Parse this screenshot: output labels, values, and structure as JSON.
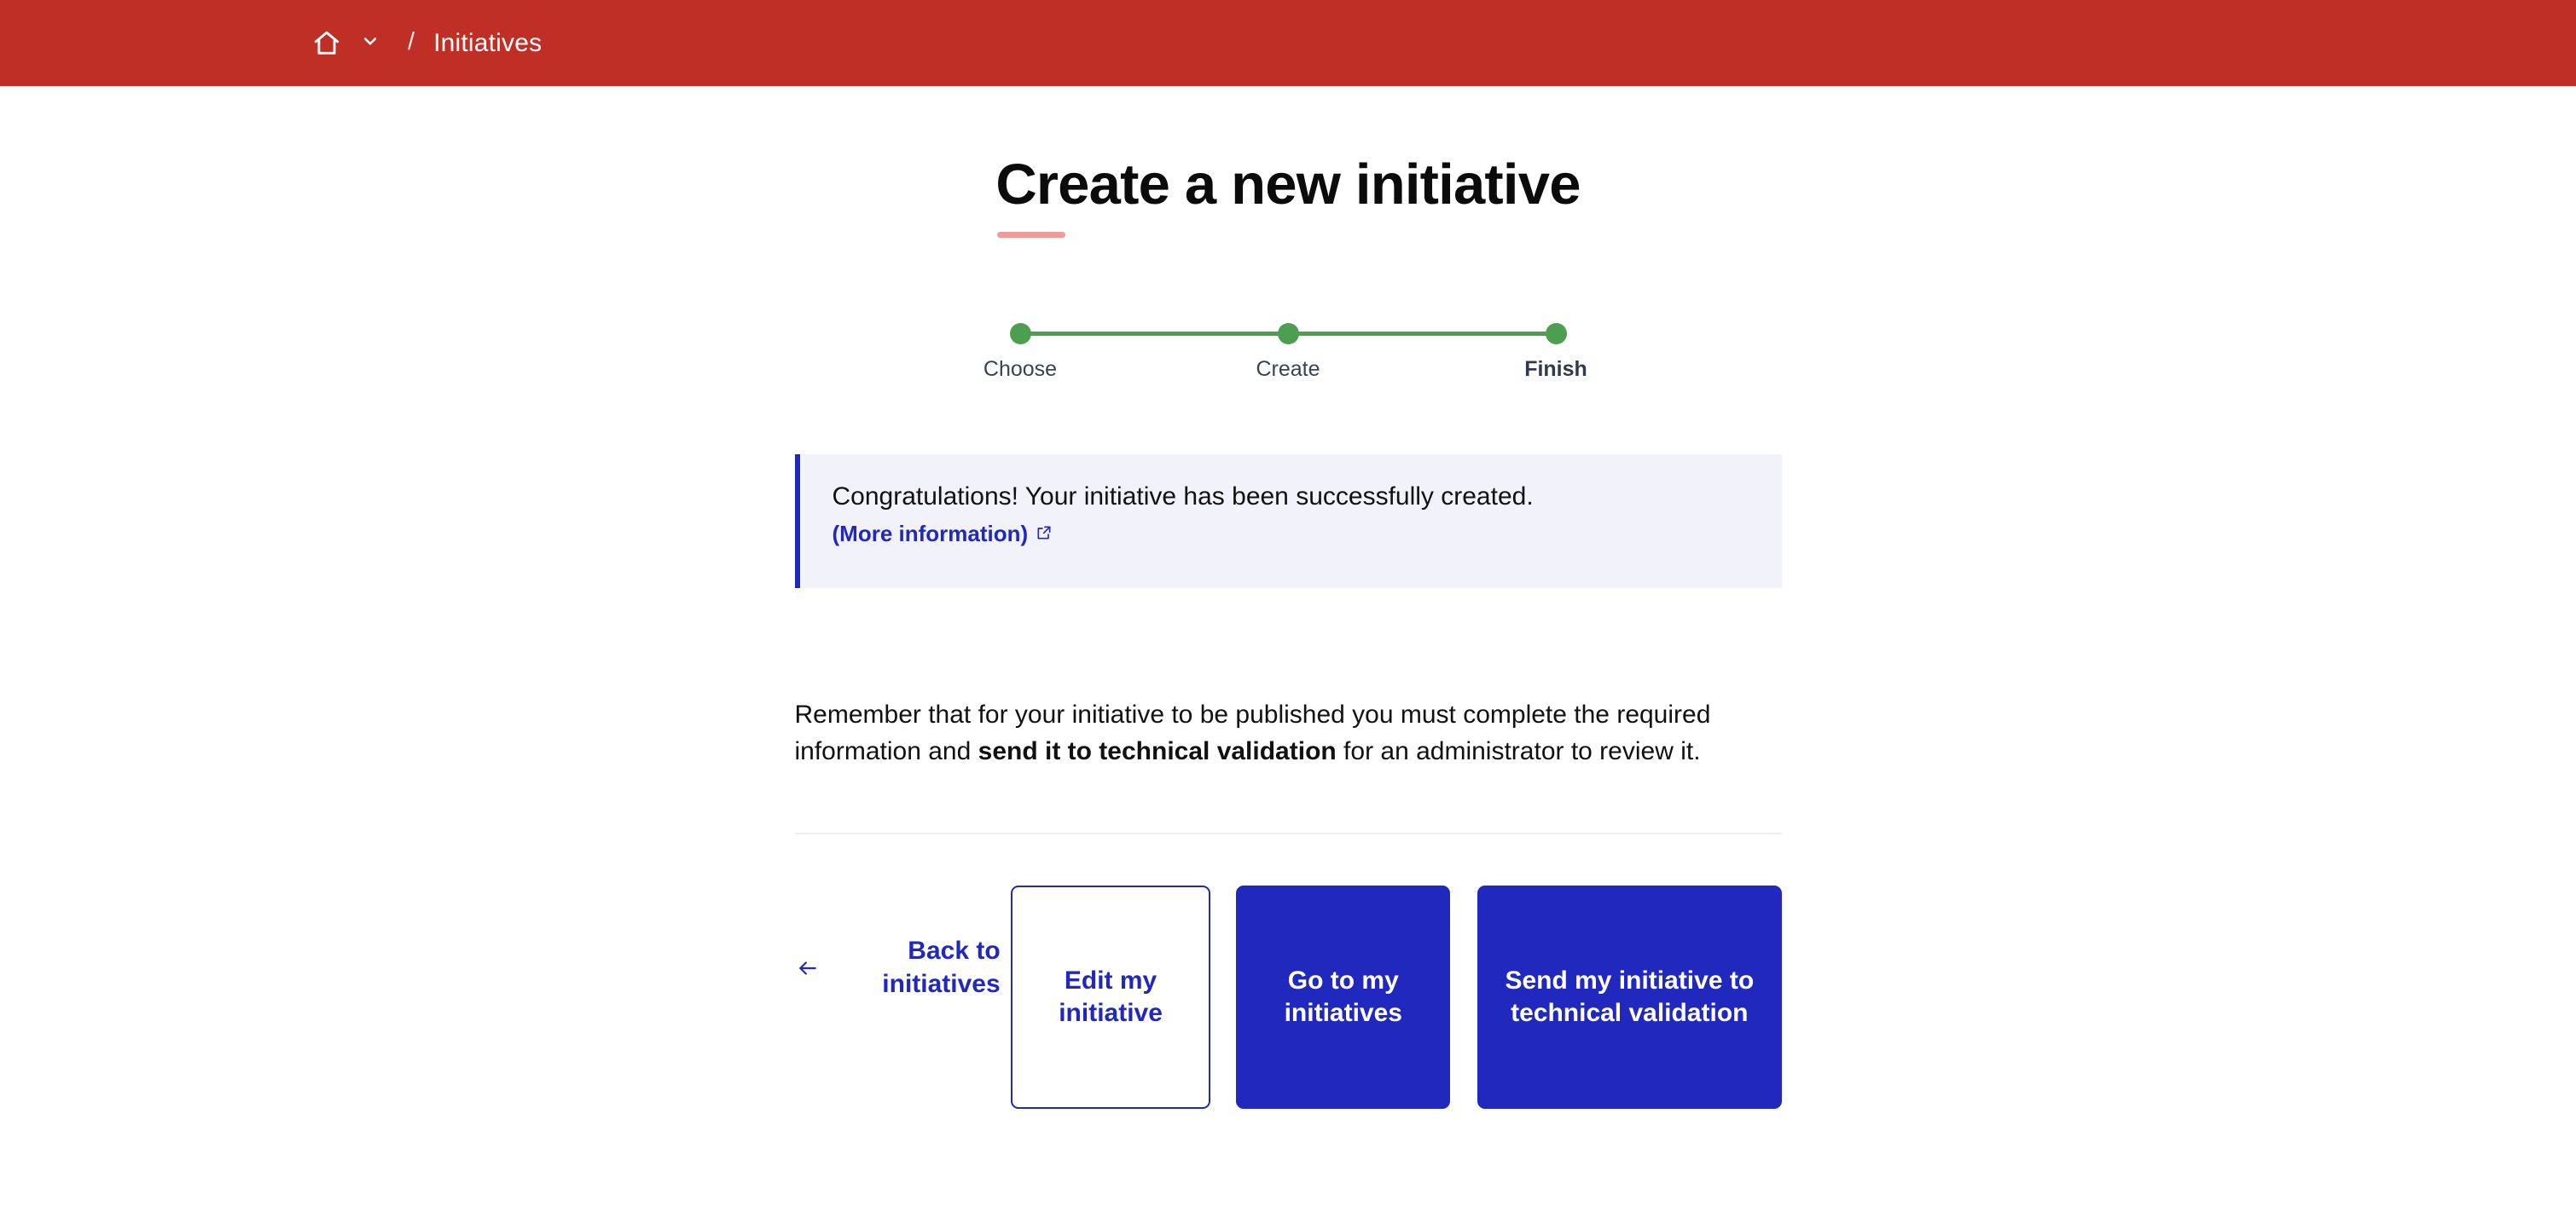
{
  "theme": {
    "header_red": "#bf2f26",
    "primary_blue": "#2028bd",
    "step_green": "#4e9e52",
    "accent_salmon": "#f09a9a",
    "alert_bg": "#f2f2fa"
  },
  "header": {
    "home_icon": "home-icon",
    "caret_icon": "chevron-down-icon",
    "separator": "/",
    "current": "Initiatives"
  },
  "page": {
    "title": "Create a new initiative"
  },
  "stepper": {
    "steps": [
      {
        "label": "Choose",
        "state": "done"
      },
      {
        "label": "Create",
        "state": "done"
      },
      {
        "label": "Finish",
        "state": "active"
      }
    ]
  },
  "alert": {
    "message": "Congratulations! Your initiative has been successfully created.",
    "link_label": "(More information)",
    "link_icon": "external-link-icon"
  },
  "body": {
    "text_before": "Remember that for your initiative to be published you must complete the required information and ",
    "text_bold": "send it to technical validation",
    "text_after": " for an administrator to review it."
  },
  "actions": {
    "back": {
      "label": "Back to initiatives",
      "icon": "arrow-left-icon"
    },
    "edit": {
      "label": "Edit my initiative"
    },
    "goto": {
      "label": "Go to my initiatives"
    },
    "send": {
      "label": "Send my initiative to technical validation"
    }
  }
}
